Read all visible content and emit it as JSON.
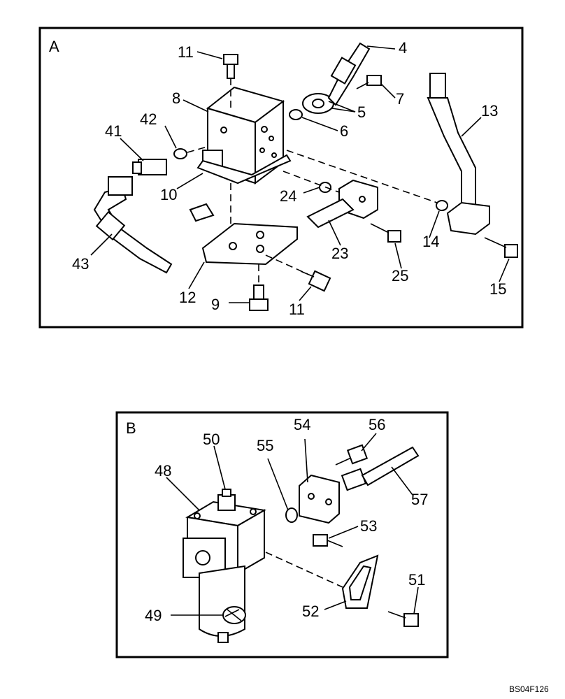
{
  "panels": [
    {
      "key": "A",
      "labels": [
        "11",
        "4",
        "8",
        "7",
        "5",
        "42",
        "6",
        "13",
        "41",
        "10",
        "24",
        "43",
        "14",
        "23",
        "25",
        "12",
        "9",
        "11",
        "15"
      ]
    },
    {
      "key": "B",
      "labels": [
        "50",
        "54",
        "56",
        "55",
        "48",
        "57",
        "53",
        "51",
        "49",
        "52"
      ]
    }
  ],
  "figure_id": "BS04F126",
  "colors": {
    "ink": "#000000",
    "paper": "#ffffff"
  }
}
